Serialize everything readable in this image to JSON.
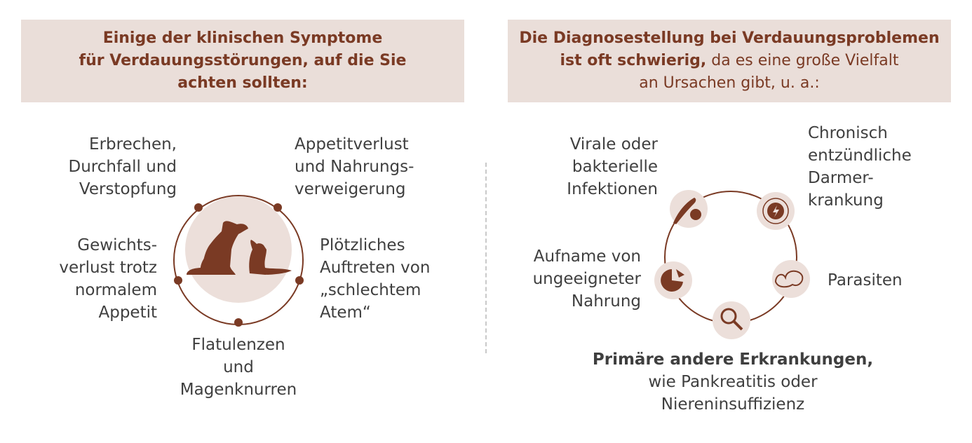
{
  "left_panel": {
    "header_lines": [
      "Einige der klinischen Symptome",
      "für Verdauungsstörungen, auf die Sie",
      "achten sollten:"
    ],
    "symptoms": {
      "top_left": [
        "Erbrechen,",
        "Durchfall und",
        "Verstopfung"
      ],
      "top_right": [
        "Appetitverlust",
        "und Nahrungs-",
        "verweigerung"
      ],
      "middle_left": [
        "Gewichts-",
        "verlust trotz",
        "normalem",
        "Appetit"
      ],
      "middle_right": [
        "Plötzliches",
        "Auftreten von",
        "„schlechtem",
        "Atem“"
      ],
      "bottom": [
        "Flatulenzen",
        "und",
        "Magenknurren"
      ]
    },
    "center_icon": "dog-and-cat-icon"
  },
  "right_panel": {
    "header": {
      "line1_bold": "Die Diagnosestellung bei Verdauungsproblemen",
      "line2_bold": "ist oft schwierig,",
      "line2_normal": " da es eine große Vielfalt",
      "line3_normal": "an Ursachen gibt, u. a.:"
    },
    "causes": {
      "infections": [
        "Virale oder",
        "bakterielle",
        "Infektionen"
      ],
      "ibd": [
        "Chronisch",
        "entzündliche",
        "Darmer-",
        "krankung"
      ],
      "parasites": [
        "Parasiten"
      ],
      "food": [
        "Aufname von",
        "ungeeigneter",
        "Nahrung"
      ],
      "other_bold": "Primäre andere Erkrankungen,",
      "other_normal_lines": [
        "wie Pankreatitis oder",
        "Niereninsuffizienz"
      ]
    },
    "icons": [
      "bacteria-icon",
      "inflammation-icon",
      "parasite-icon",
      "magnifier-icon",
      "food-icon"
    ]
  },
  "colors": {
    "brand_brown": "#7a3a24",
    "header_bg": "#eaded9",
    "circle_fill": "#ecdfda",
    "text": "#3f3f3f"
  }
}
